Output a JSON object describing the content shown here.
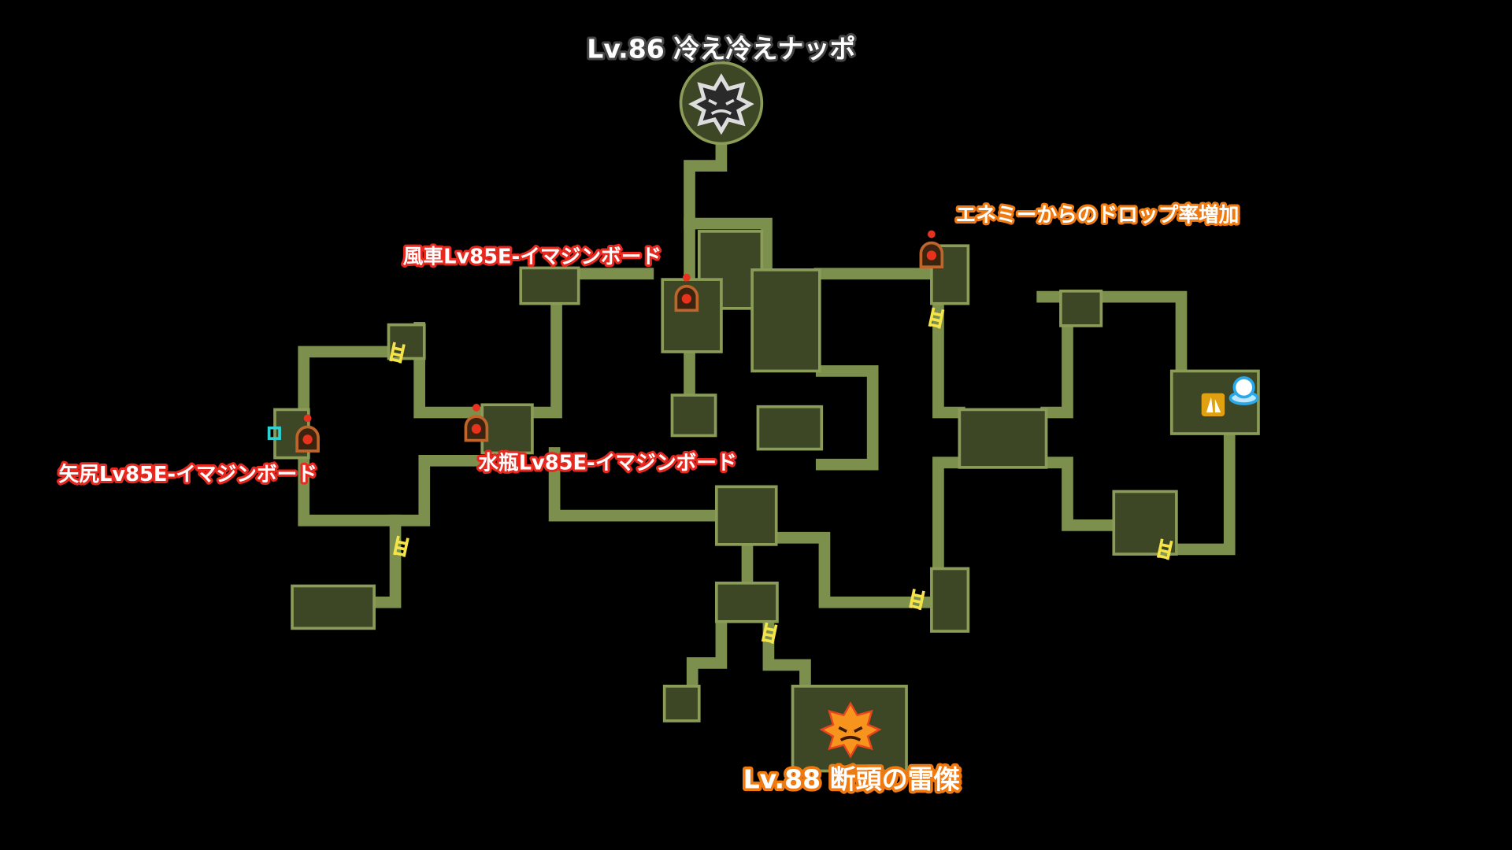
{
  "map": {
    "bosses": [
      {
        "label": "Lv.86 冷え冷えナッポ",
        "icon": "frost-boss-icon"
      },
      {
        "label": "Lv.88 断頭の雷傑",
        "icon": "flame-boss-icon"
      }
    ],
    "annotations": {
      "drop_rate": "エネミーからのドロップ率増加",
      "windmill": "風車Lv85E-イマジンボード",
      "aquarius": "水瓶Lv85E-イマジンボード",
      "arrowhead": "矢尻Lv85E-イマジンボード"
    },
    "colors": {
      "corridor": "#7d8f4c",
      "room": "#3d4726",
      "label_red": "#e8281e",
      "label_orange": "#f07a10",
      "background": "#000000"
    }
  }
}
